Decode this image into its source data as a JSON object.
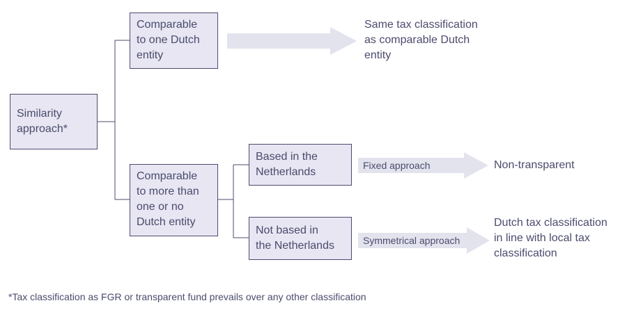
{
  "nodes": {
    "root": [
      "Similarity",
      "approach*"
    ],
    "one_entity": [
      "Comparable",
      "to one Dutch",
      "entity"
    ],
    "more_entities": [
      "Comparable",
      "to more than",
      "one or no",
      "Dutch entity"
    ],
    "based_nl": [
      "Based in the",
      "Netherlands"
    ],
    "not_based_nl": [
      "Not based in",
      "the Netherlands"
    ]
  },
  "outcomes": {
    "same_classification": [
      "Same tax classification",
      "as comparable Dutch",
      "entity"
    ],
    "non_transparent": [
      "Non-transparent"
    ],
    "dutch_classification": [
      "Dutch tax classification",
      "in line with local tax",
      "classification"
    ]
  },
  "arrow_labels": {
    "fixed": "Fixed approach",
    "symmetrical": "Symmetrical approach"
  },
  "footnote": "*Tax classification as FGR or transparent fund prevails over any other classification",
  "colors": {
    "box_fill": "#e7e6f2",
    "border": "#4b4b6e",
    "arrow_fill": "#e3e3ee",
    "text": "#4b4b6e"
  }
}
